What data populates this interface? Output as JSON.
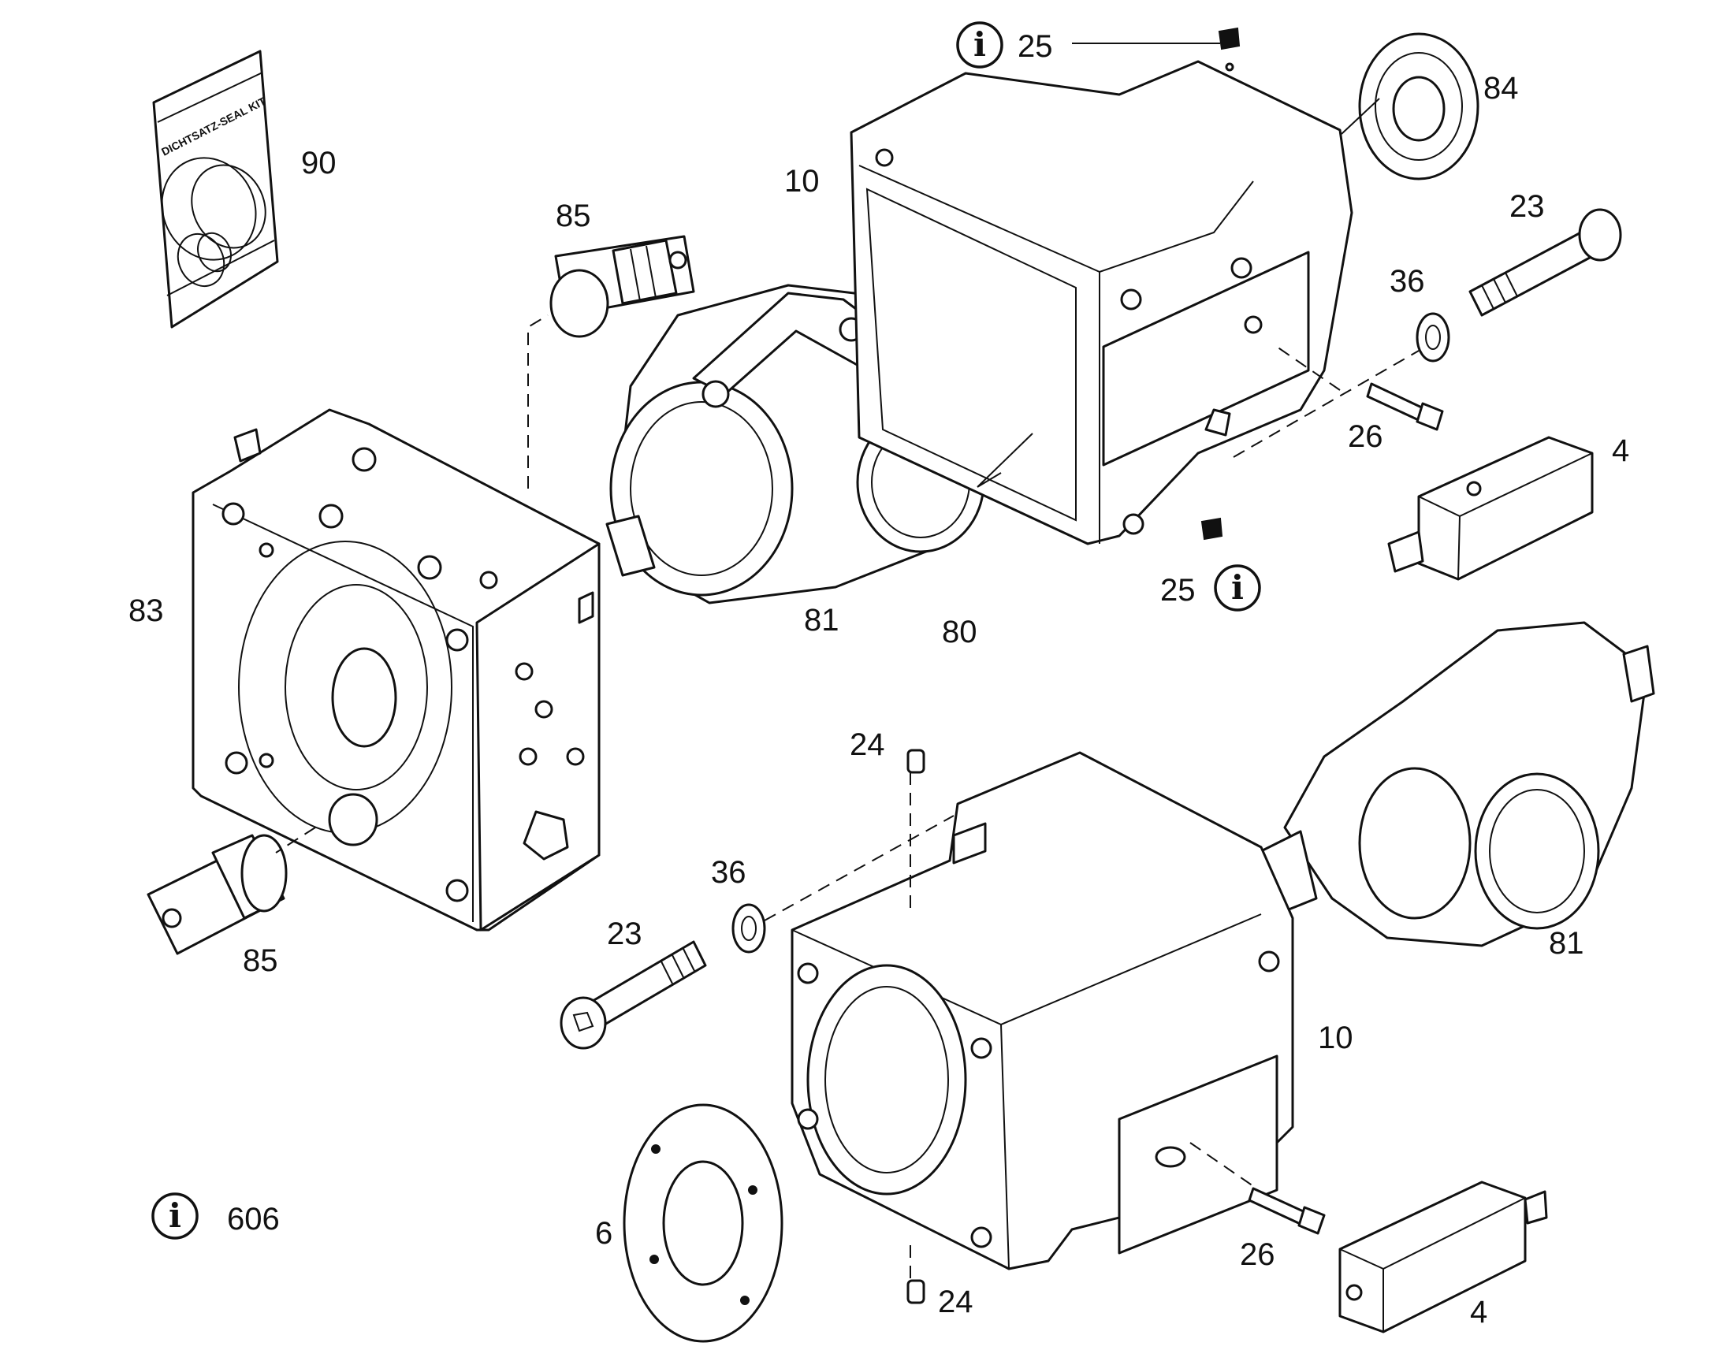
{
  "labels": {
    "p90": "90",
    "p85_top": "85",
    "p10_top": "10",
    "p25_top": "25",
    "p84": "84",
    "p23_top": "23",
    "p36_top": "36",
    "p26_top": "26",
    "p4_top": "4",
    "p83": "83",
    "p81_top": "81",
    "p80": "80",
    "p25_bottom": "25",
    "p24_top": "24",
    "p81_bottom": "81",
    "p36_bottom": "36",
    "p23_bottom": "23",
    "p85_bottom": "85",
    "p10_bottom": "10",
    "p6": "6",
    "p24_bottom": "24",
    "p26_bottom": "26",
    "p4_bottom": "4",
    "p606": "606"
  },
  "seal_kit_text": "DICHTSATZ-SEAL KIT",
  "info_symbol": "i",
  "icons": [
    "info-icon"
  ]
}
